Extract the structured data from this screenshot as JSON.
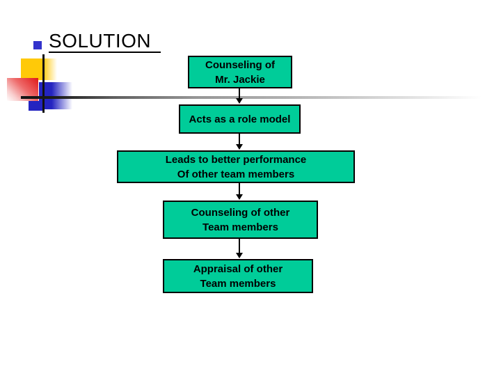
{
  "slide": {
    "title": "SOLUTION",
    "colors": {
      "box_fill": "#00CC99",
      "box_border": "#000000",
      "bullet_blue": "#3333CC",
      "accent_yellow": "#FFC908",
      "accent_red": "#E01818",
      "accent_blue": "#2424C0"
    },
    "flowchart": {
      "boxes": [
        {
          "line1": "Counseling of",
          "line2": "Mr. Jackie"
        },
        {
          "line1": "Acts as a role model"
        },
        {
          "line1": "Leads to better performance",
          "line2": "Of other team members"
        },
        {
          "line1": "Counseling of other",
          "line2": "Team members"
        },
        {
          "line1": "Appraisal of other",
          "line2": "Team members"
        }
      ],
      "connections": [
        "box1->box2",
        "box2->box3",
        "box3->box4",
        "box4->box5"
      ]
    }
  }
}
